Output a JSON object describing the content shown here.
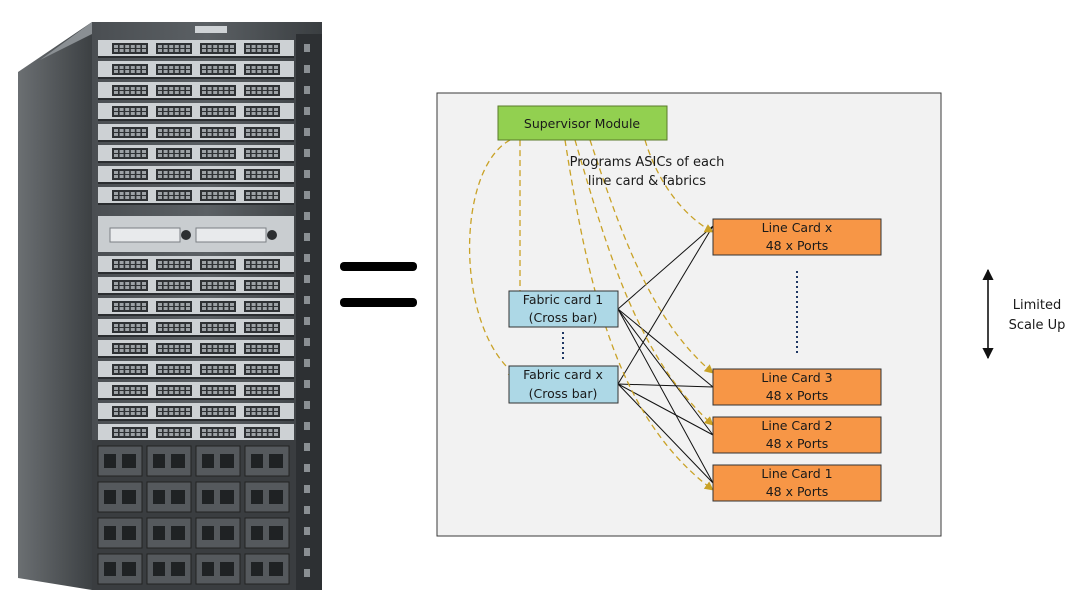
{
  "colors": {
    "panel_bg": "#f2f2f2",
    "panel_border": "#3a3a3a",
    "supervisor": "#92d050",
    "fabric": "#add8e6",
    "line_card": "#f79646",
    "dashed_arrow": "#c9a227",
    "dots": "#1f3864"
  },
  "supervisor": {
    "label": "Supervisor Module"
  },
  "annotation": {
    "line1": "Programs ASICs of each",
    "line2": "line card & fabrics"
  },
  "fabric_cards": [
    {
      "line1": "Fabric card 1",
      "line2": "(Cross bar)"
    },
    {
      "line1": "Fabric card x",
      "line2": "(Cross bar)"
    }
  ],
  "line_cards": [
    {
      "line1": "Line Card x",
      "line2": "48 x Ports"
    },
    {
      "line1": "Line Card 3",
      "line2": "48 x Ports"
    },
    {
      "line1": "Line Card 2",
      "line2": "48 x Ports"
    },
    {
      "line1": "Line Card 1",
      "line2": "48 x Ports"
    }
  ],
  "scale_note": {
    "line1": "Limited",
    "line2": "Scale Up"
  }
}
